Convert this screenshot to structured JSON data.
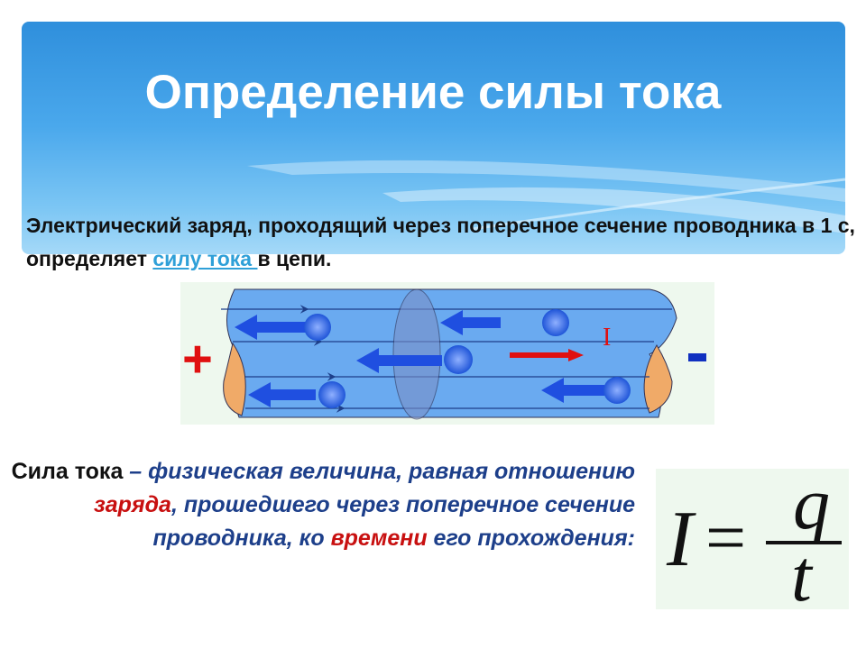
{
  "title": "Определение силы тока",
  "intro": {
    "text_before": "Электрический заряд, проходящий через поперечное сечение проводника в 1 с, определяет ",
    "link": "силу тока ",
    "text_after": "в цепи."
  },
  "diagram": {
    "plus": "+",
    "minus": "-",
    "current_label": "I"
  },
  "definition": {
    "term": "Сила тока",
    "part1": " – физическая величина, равная отношению ",
    "charge": "заряда",
    "part2": ", прошедшего через поперечное сечение проводника, ко ",
    "time": "времени",
    "part3": " его прохождения:"
  },
  "formula": {
    "lhs": "I",
    "equals": "=",
    "numerator": "q",
    "denominator": "t"
  },
  "colors": {
    "banner": "#4aa8ec",
    "link": "#2fa0d8",
    "definition": "#1d3f8a",
    "highlight": "#c81010"
  }
}
